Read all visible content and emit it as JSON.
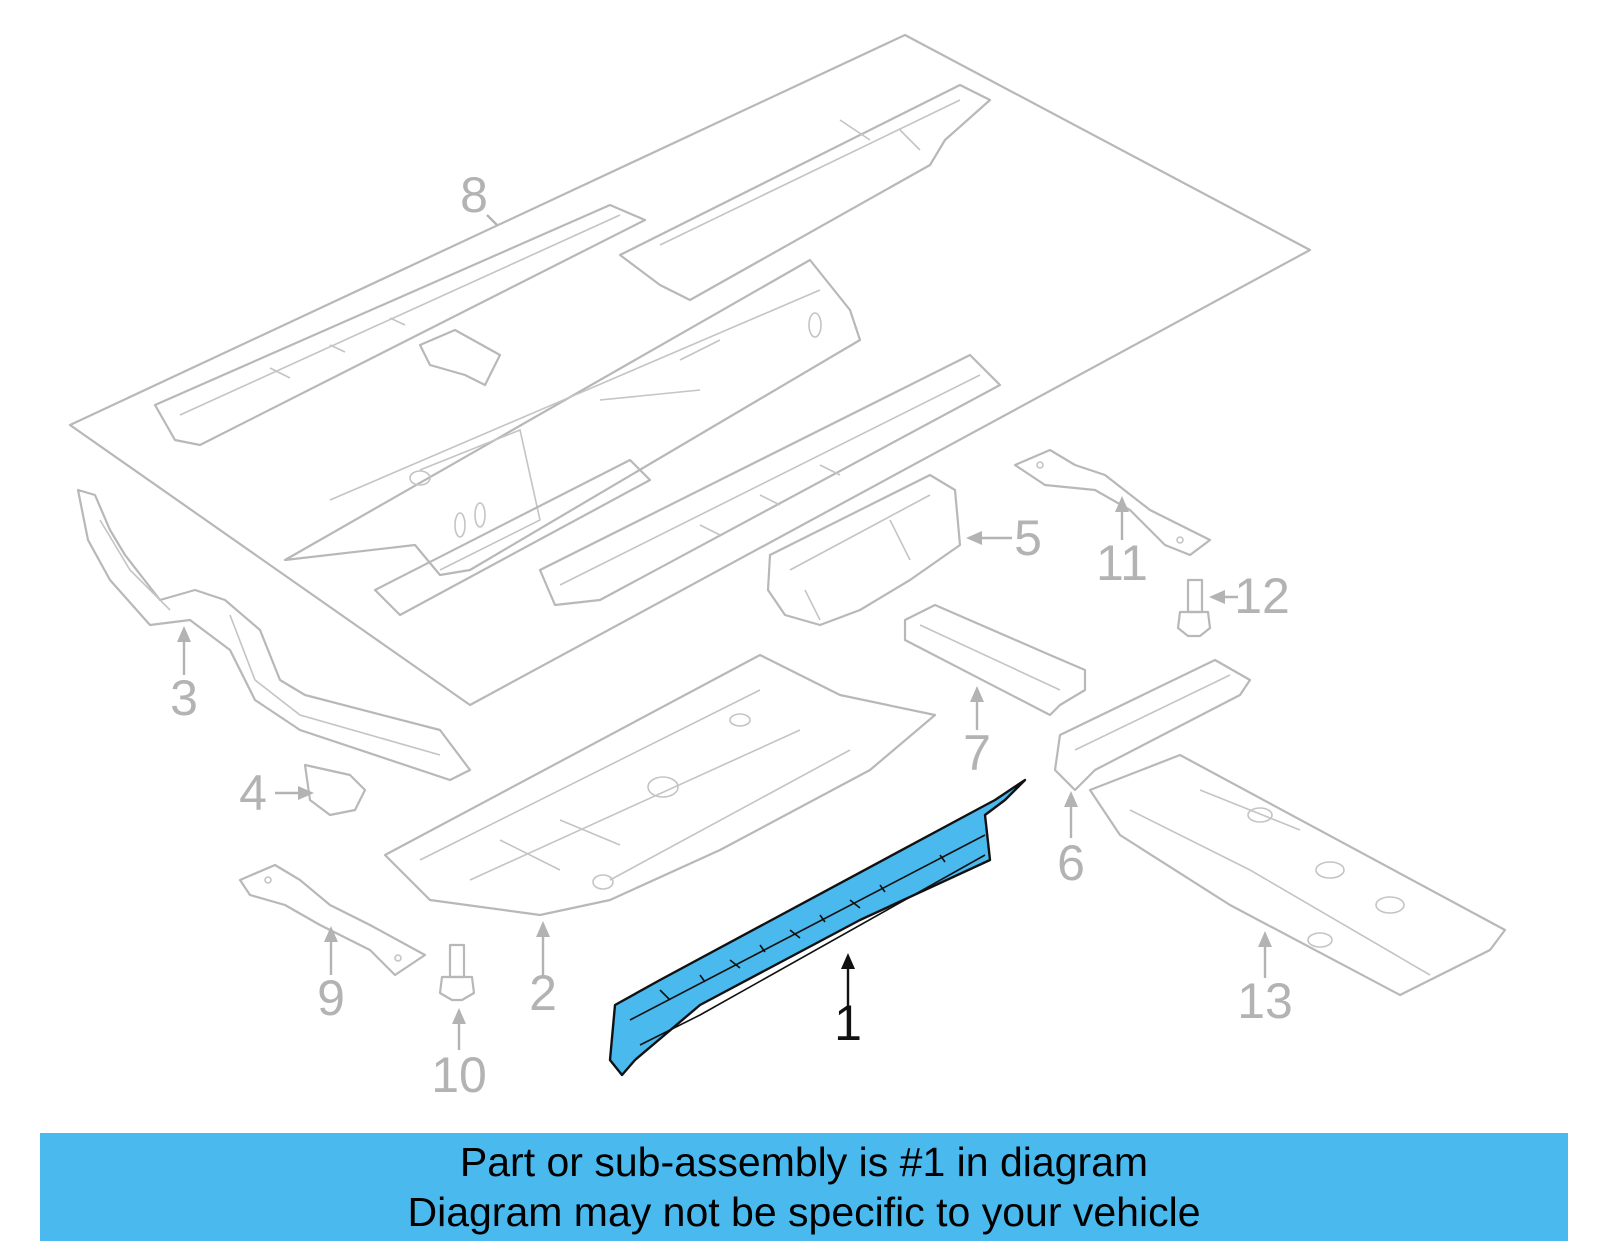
{
  "colors": {
    "highlight": "#4ab9ee",
    "line_gray": "#b8b8b8",
    "text_gray": "#b3b3b3",
    "highlight_text": "#111111",
    "banner_bg": "#4ab9ee"
  },
  "highlighted_part": "1",
  "callouts": [
    {
      "id": "1",
      "label": "1"
    },
    {
      "id": "2",
      "label": "2"
    },
    {
      "id": "3",
      "label": "3"
    },
    {
      "id": "4",
      "label": "4"
    },
    {
      "id": "5",
      "label": "5"
    },
    {
      "id": "6",
      "label": "6"
    },
    {
      "id": "7",
      "label": "7"
    },
    {
      "id": "8",
      "label": "8"
    },
    {
      "id": "9",
      "label": "9"
    },
    {
      "id": "10",
      "label": "10"
    },
    {
      "id": "11",
      "label": "11"
    },
    {
      "id": "12",
      "label": "12"
    },
    {
      "id": "13",
      "label": "13"
    }
  ],
  "banner": {
    "line1": "Part or sub-assembly is #1 in diagram",
    "line2": "Diagram may not be specific to your vehicle"
  }
}
